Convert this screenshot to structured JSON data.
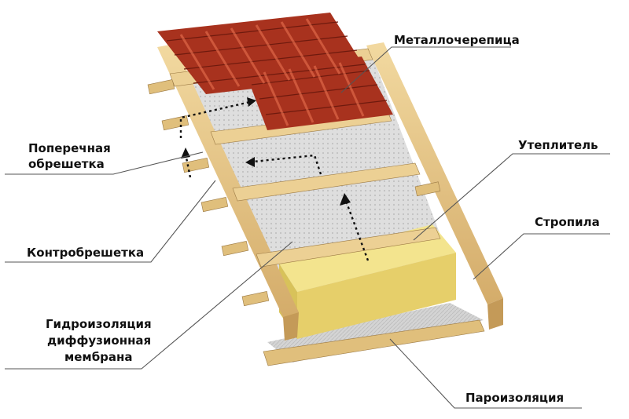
{
  "labels": {
    "metal_tile": "Металлочерепица",
    "cross_batten_line1": "Поперечная",
    "cross_batten_line2": "обрешетка",
    "insulation": "Утеплитель",
    "rafters": "Стропила",
    "counter_batten": "Контробрешетка",
    "membrane_line1": "Гидроизоляция",
    "membrane_line2": "диффузионная",
    "membrane_line3": "мембрана",
    "vapor_barrier": "Пароизоляция"
  },
  "colors": {
    "background": "#ffffff",
    "tile": "#b83a24",
    "tile_dark": "#7d2114",
    "tile_highlight": "#e0654a",
    "wood": "#e8c98a",
    "wood_dark": "#c49a58",
    "wood_edge": "#9c7a44",
    "membrane": "#dcdcdc",
    "membrane_dark": "#b8b8b8",
    "insulation": "#f0e08a",
    "insulation_dark": "#d8c25a",
    "vapor": "#cfcfcf",
    "leader_line": "#555555",
    "arrow": "#111111"
  }
}
